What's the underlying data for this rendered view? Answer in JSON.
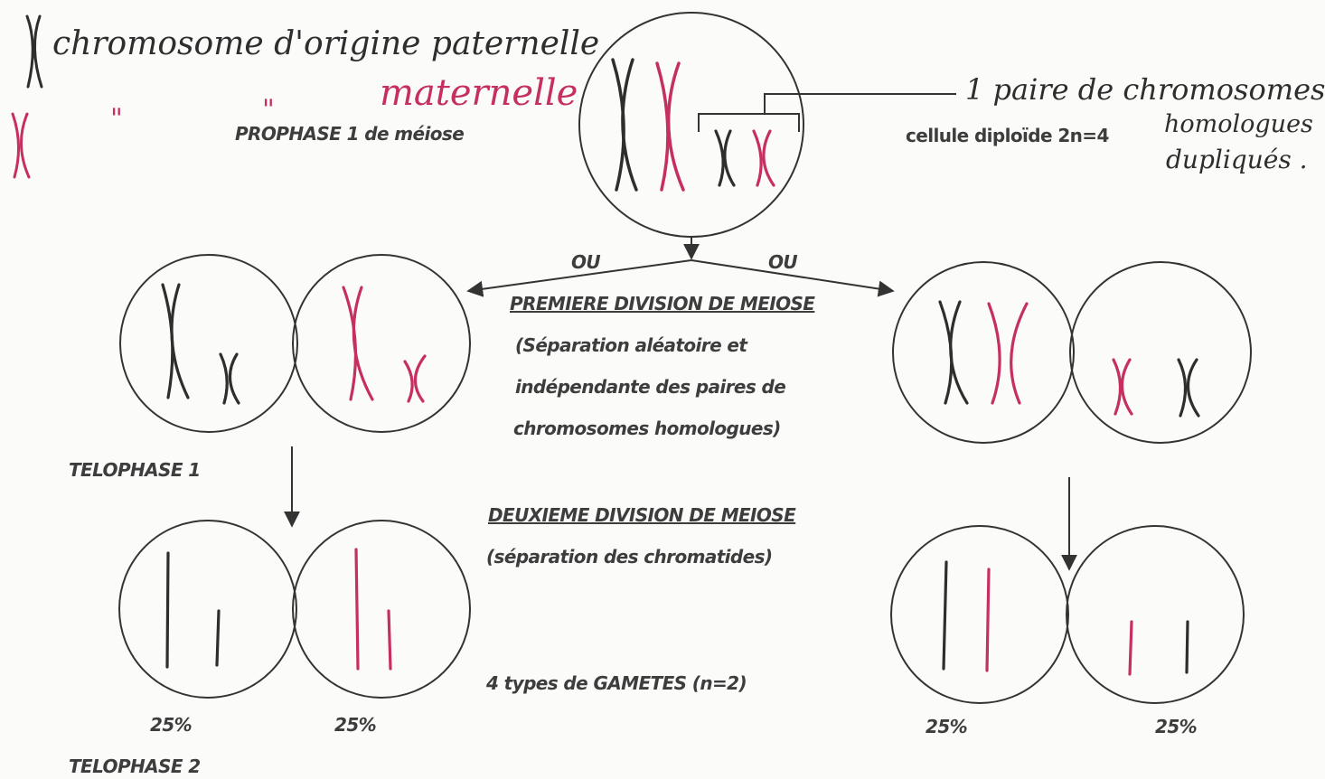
{
  "legend": {
    "paternal_text": "chromosome d'origine paternelle",
    "ditto_1": "\"",
    "ditto_2": "\"",
    "maternal_text": "maternelle"
  },
  "prophase_label": "PROPHASE 1 de méiose",
  "diploid_cell_label": "cellule diploïde 2n=4",
  "pair_annotation": [
    "1 paire de chromosomes",
    "homologues",
    "dupliqués ."
  ],
  "ou_labels": [
    "OU",
    "OU"
  ],
  "first_division": {
    "title": "PREMIERE DIVISION DE MEIOSE",
    "description_lines": [
      "(Séparation  aléatoire et",
      "indépendante des paires de",
      "chromosomes homologues)"
    ]
  },
  "telophase1_label": "TELOPHASE 1",
  "second_division": {
    "title": "DEUXIEME DIVISION DE MEIOSE",
    "description": "(séparation des chromatides)"
  },
  "gametes_label": "4 types de GAMETES  (n=2)",
  "percentages": [
    "25%",
    "25%",
    "25%",
    "25%"
  ],
  "telophase2_label": "TELOPHASE 2",
  "colors": {
    "paternal": "#2e2e2e",
    "maternal": "#c5305e",
    "ink": "#3d3d3d"
  }
}
